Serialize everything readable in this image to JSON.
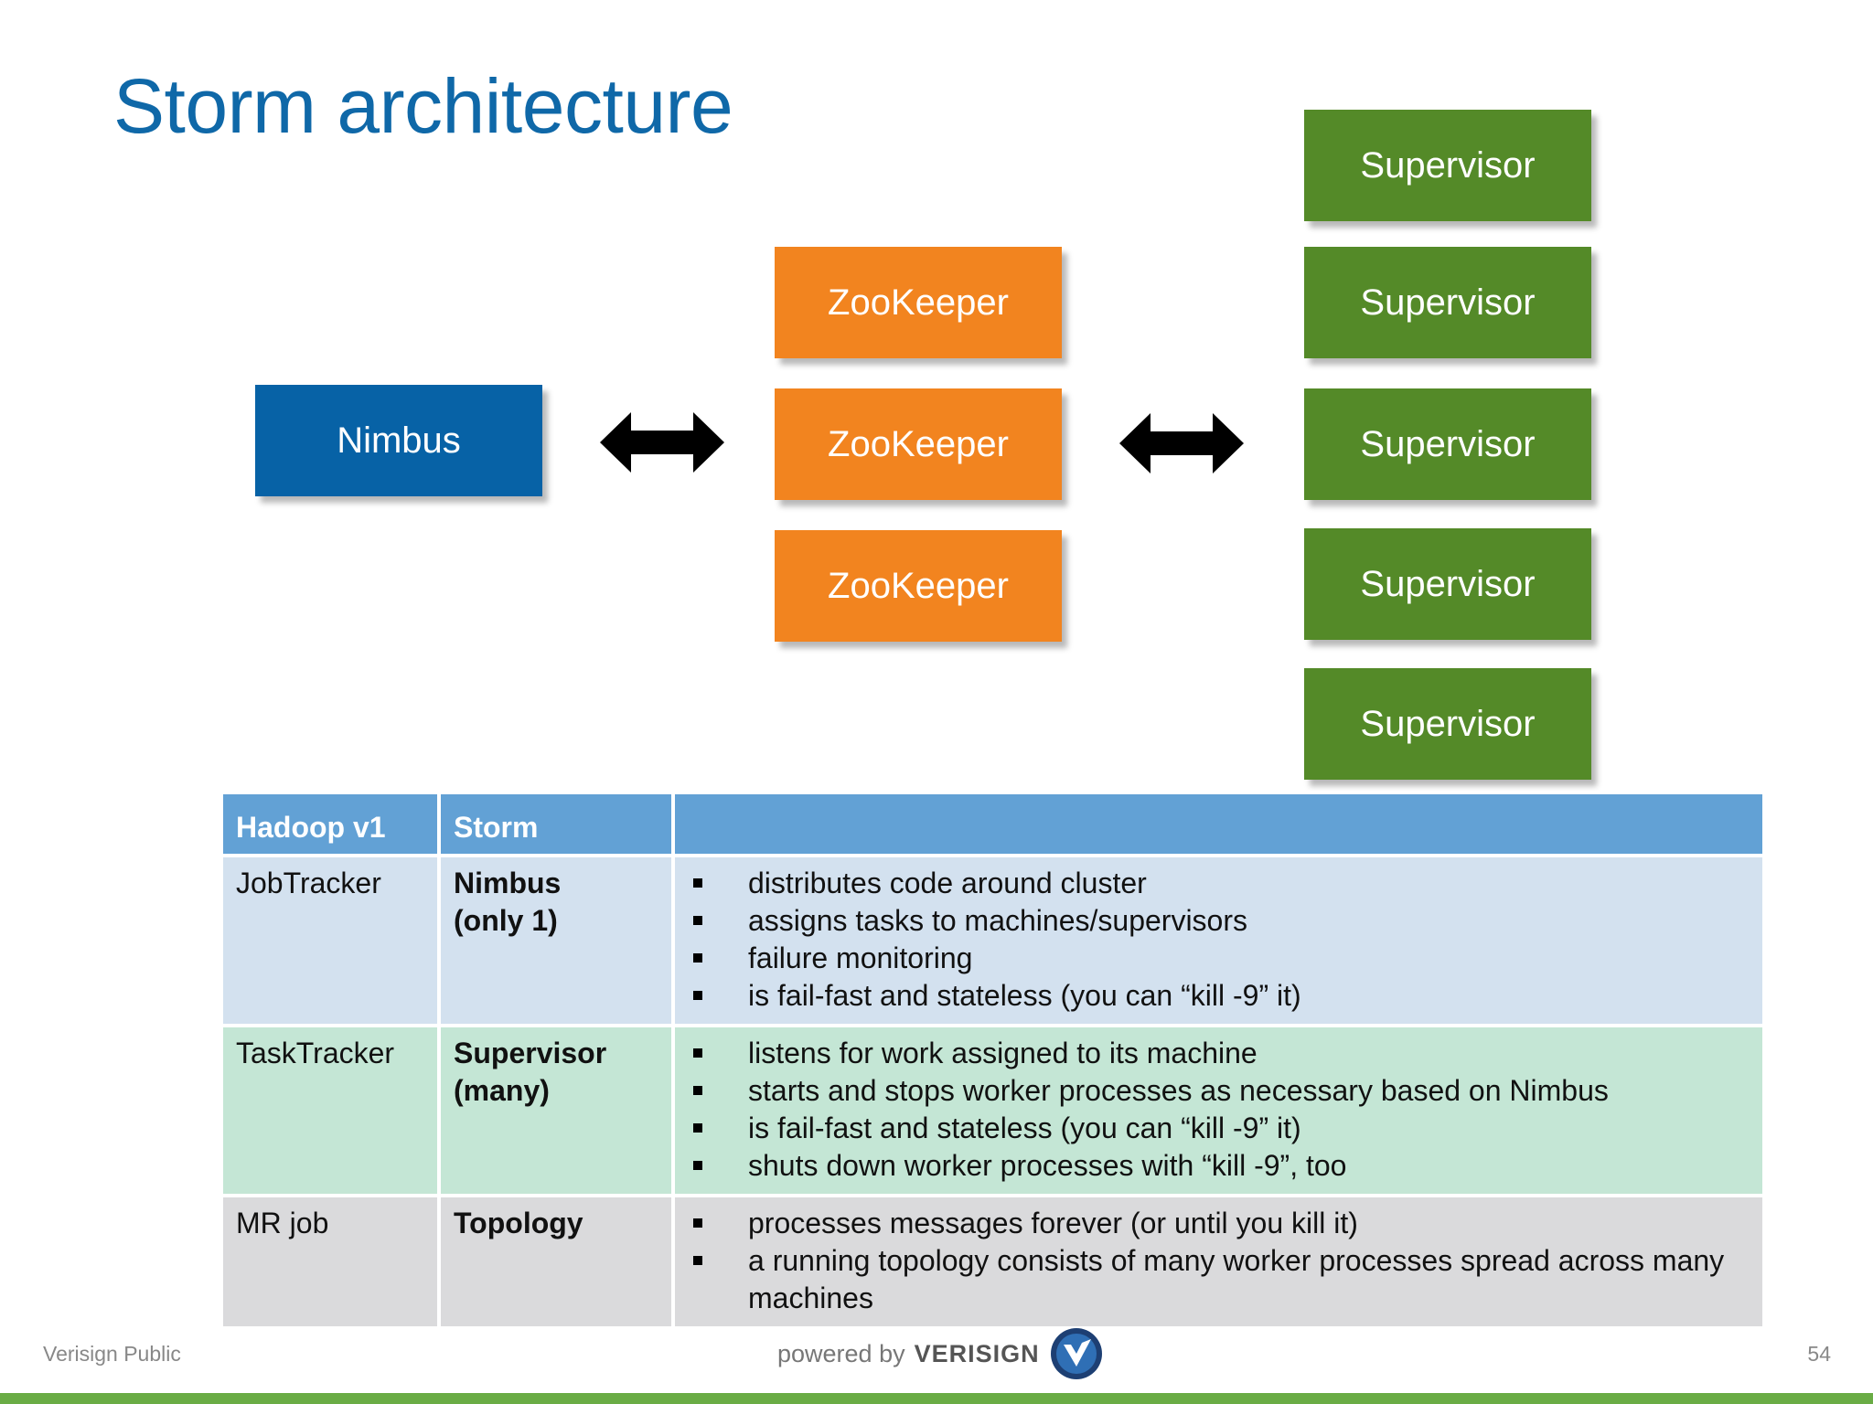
{
  "slide": {
    "title": "Storm architecture"
  },
  "diagram": {
    "nimbus": "Nimbus",
    "zookeepers": [
      "ZooKeeper",
      "ZooKeeper",
      "ZooKeeper"
    ],
    "supervisors": [
      "Supervisor",
      "Supervisor",
      "Supervisor",
      "Supervisor",
      "Supervisor"
    ],
    "arrow_icon": "double-headed-arrow",
    "colors": {
      "nimbus": "#0762a6",
      "zookeeper": "#f2841f",
      "supervisor": "#548a28",
      "title": "#0f68a8"
    }
  },
  "table": {
    "headers": [
      "Hadoop v1",
      "Storm",
      ""
    ],
    "rows": [
      {
        "hadoop": "JobTracker",
        "storm_name": "Nimbus",
        "storm_count": "(only 1)",
        "bullets": [
          "distributes code around cluster",
          "assigns tasks to machines/supervisors",
          "failure monitoring",
          "is fail-fast and stateless (you can “kill -9” it)"
        ]
      },
      {
        "hadoop": "TaskTracker",
        "storm_name": "Supervisor",
        "storm_count": "(many)",
        "bullets": [
          "listens for work assigned to its machine",
          "starts and stops worker processes as necessary based on Nimbus",
          "is fail-fast and stateless (you can “kill -9” it)",
          "shuts down worker processes with “kill -9”, too"
        ]
      },
      {
        "hadoop": "MR job",
        "storm_name": "Topology",
        "storm_count": "",
        "bullets": [
          "processes messages forever (or until you kill it)",
          "a running topology consists of many worker processes spread across many machines"
        ]
      }
    ]
  },
  "footer": {
    "classification": "Verisign Public",
    "powered_by": "powered by",
    "brand": "VERISIGN",
    "logo_icon": "verisign-check-logo",
    "page_number": "54"
  }
}
